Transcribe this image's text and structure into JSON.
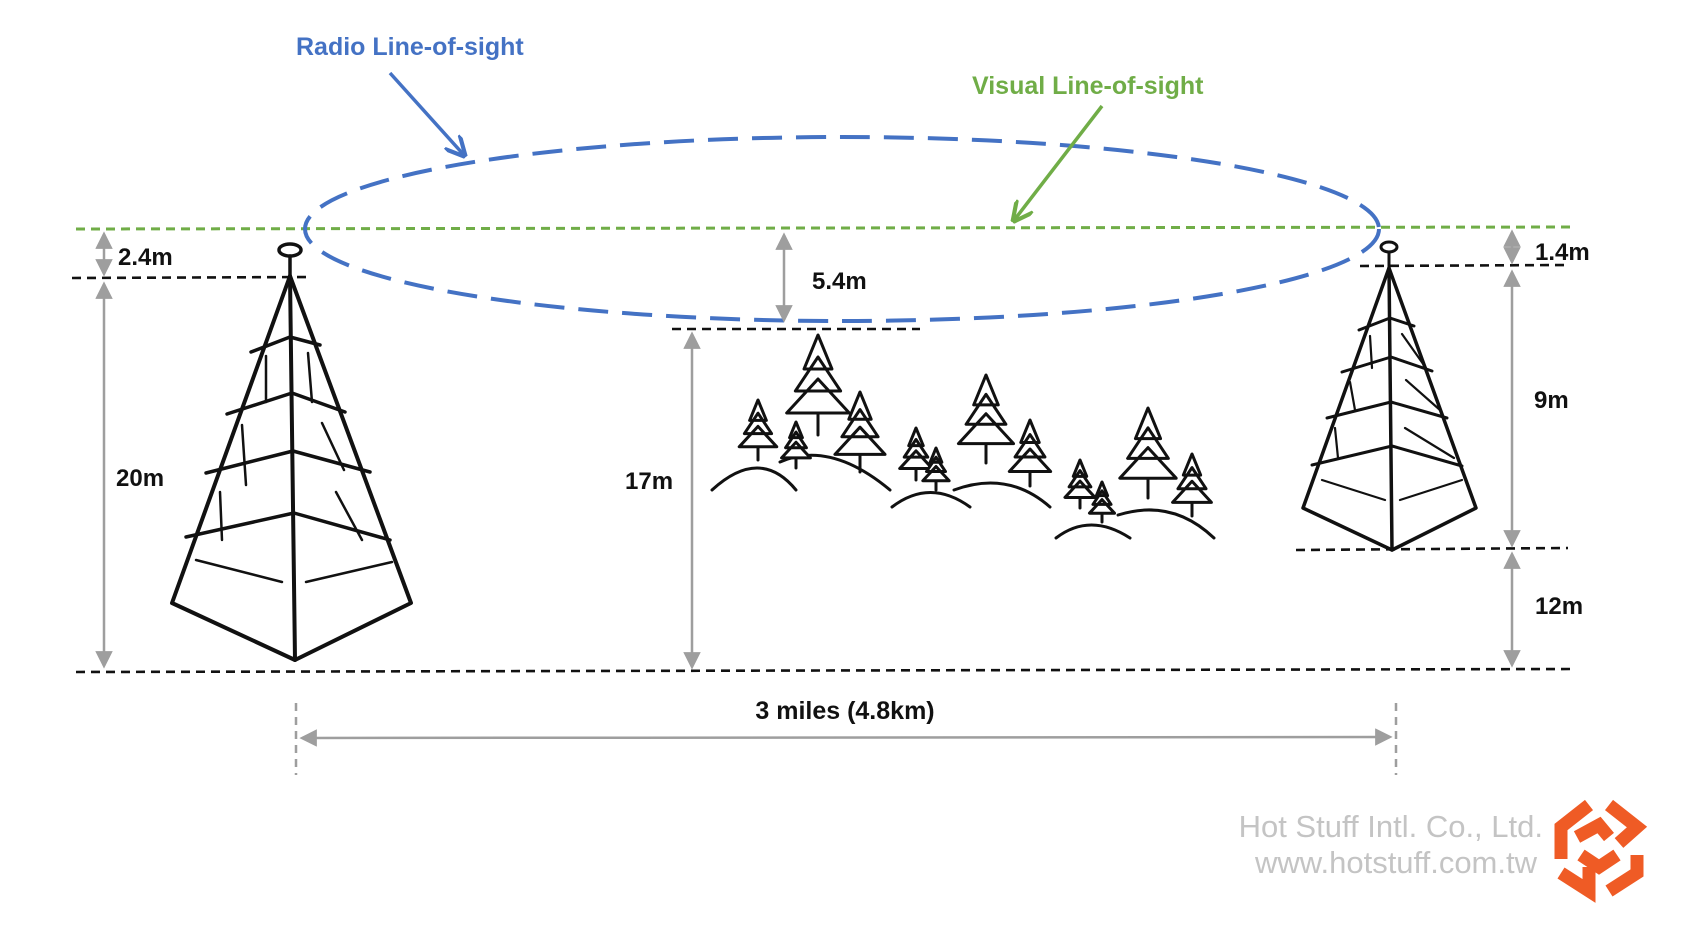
{
  "labels": {
    "radio_los": "Radio Line-of-sight",
    "visual_los": "Visual Line-of-sight",
    "left_clearance": "2.4m",
    "left_tower_height": "20m",
    "middle_clearance": "5.4m",
    "trees_height": "17m",
    "right_clearance": "1.4m",
    "right_tower_height": "9m",
    "right_base_height": "12m",
    "distance": "3 miles (4.8km)"
  },
  "watermark": {
    "company": "Hot Stuff Intl. Co., Ltd.",
    "website": "www.hotstuff.com.tw",
    "logo": "hotstuff-logo-icon"
  },
  "colors": {
    "radio_los": "#4472c4",
    "visual_los": "#70ad47",
    "measure": "#9e9e9e",
    "logo": "#ef5b25",
    "watermark_text": "#c4c4c4"
  }
}
